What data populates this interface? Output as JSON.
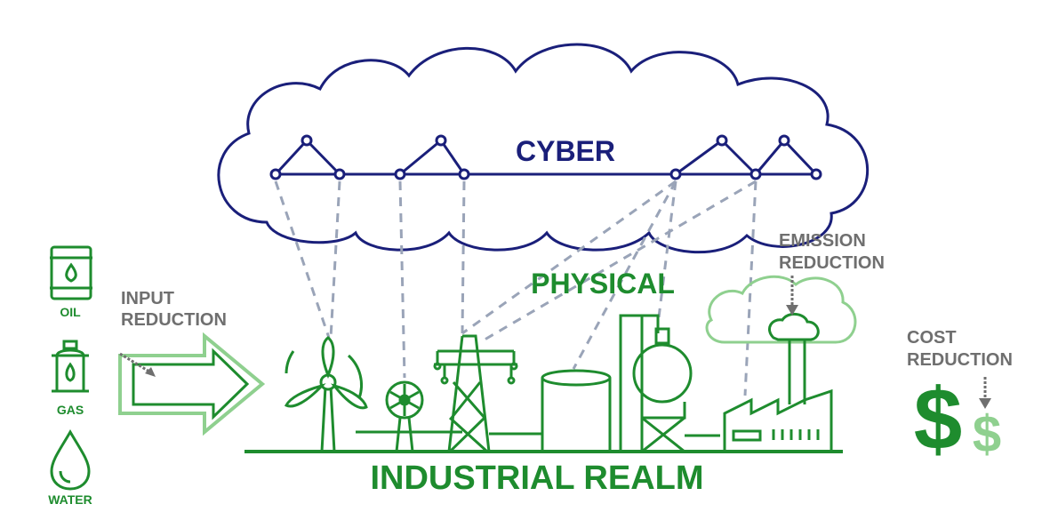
{
  "labels": {
    "cyber": "CYBER",
    "physical": "PHYSICAL",
    "industrial_realm": "INDUSTRIAL REALM",
    "input_reduction_line1": "INPUT",
    "input_reduction_line2": "REDUCTION",
    "emission_reduction_line1": "EMISSION",
    "emission_reduction_line2": "REDUCTION",
    "cost_reduction_line1": "COST",
    "cost_reduction_line2": "REDUCTION",
    "dollar_large": "$",
    "dollar_small": "$"
  },
  "resources": [
    {
      "label": "OIL",
      "icon": "oil-barrel-icon"
    },
    {
      "label": "GAS",
      "icon": "gas-cylinder-icon"
    },
    {
      "label": "WATER",
      "icon": "water-drop-icon"
    }
  ],
  "colors": {
    "cyber_blue": "#1a1f7a",
    "industrial_green": "#1e8c2e",
    "light_green": "#8fd08f",
    "gray_text": "#6f6f6f",
    "dashed_link": "#9aa4b8"
  }
}
